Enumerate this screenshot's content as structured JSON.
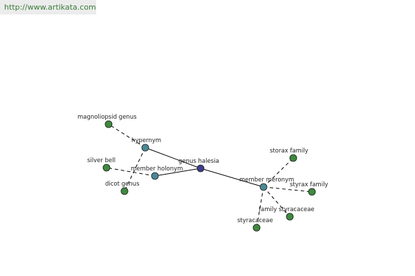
{
  "banner": {
    "url_text": "http://www.artikata.com"
  },
  "colors": {
    "center_node": "#3d3d8c",
    "relation_node": "#4a8a94",
    "leaf_node": "#3f8a3f",
    "node_stroke": "#1a1a1a",
    "edge": "#000000"
  },
  "nodes": [
    {
      "id": "genus-halesia",
      "label": "genus halesia",
      "kind": "center"
    },
    {
      "id": "hypernym",
      "label": "hypernym",
      "kind": "relation"
    },
    {
      "id": "member-holonym",
      "label": "member holonym",
      "kind": "relation"
    },
    {
      "id": "member-meronym",
      "label": "member meronym",
      "kind": "relation"
    },
    {
      "id": "magnoliopsid-genus",
      "label": "magnoliopsid genus",
      "kind": "leaf"
    },
    {
      "id": "dicot-genus",
      "label": "dicot genus",
      "kind": "leaf"
    },
    {
      "id": "silver-bell",
      "label": "silver bell",
      "kind": "leaf"
    },
    {
      "id": "storax-family",
      "label": "storax family",
      "kind": "leaf"
    },
    {
      "id": "styrax-family",
      "label": "styrax family",
      "kind": "leaf"
    },
    {
      "id": "family-styracaceae",
      "label": "family styracaceae",
      "kind": "leaf"
    },
    {
      "id": "styracaceae",
      "label": "styracaceae",
      "kind": "leaf"
    }
  ],
  "edges": [
    {
      "from": "genus-halesia",
      "to": "hypernym",
      "style": "solid"
    },
    {
      "from": "genus-halesia",
      "to": "member-holonym",
      "style": "solid"
    },
    {
      "from": "genus-halesia",
      "to": "member-meronym",
      "style": "solid"
    },
    {
      "from": "hypernym",
      "to": "magnoliopsid-genus",
      "style": "dashed"
    },
    {
      "from": "hypernym",
      "to": "dicot-genus",
      "style": "dashed"
    },
    {
      "from": "member-holonym",
      "to": "silver-bell",
      "style": "dashed"
    },
    {
      "from": "member-meronym",
      "to": "storax-family",
      "style": "dashed"
    },
    {
      "from": "member-meronym",
      "to": "styrax-family",
      "style": "dashed"
    },
    {
      "from": "member-meronym",
      "to": "family-styracaceae",
      "style": "dashed"
    },
    {
      "from": "member-meronym",
      "to": "styracaceae",
      "style": "dashed"
    }
  ]
}
